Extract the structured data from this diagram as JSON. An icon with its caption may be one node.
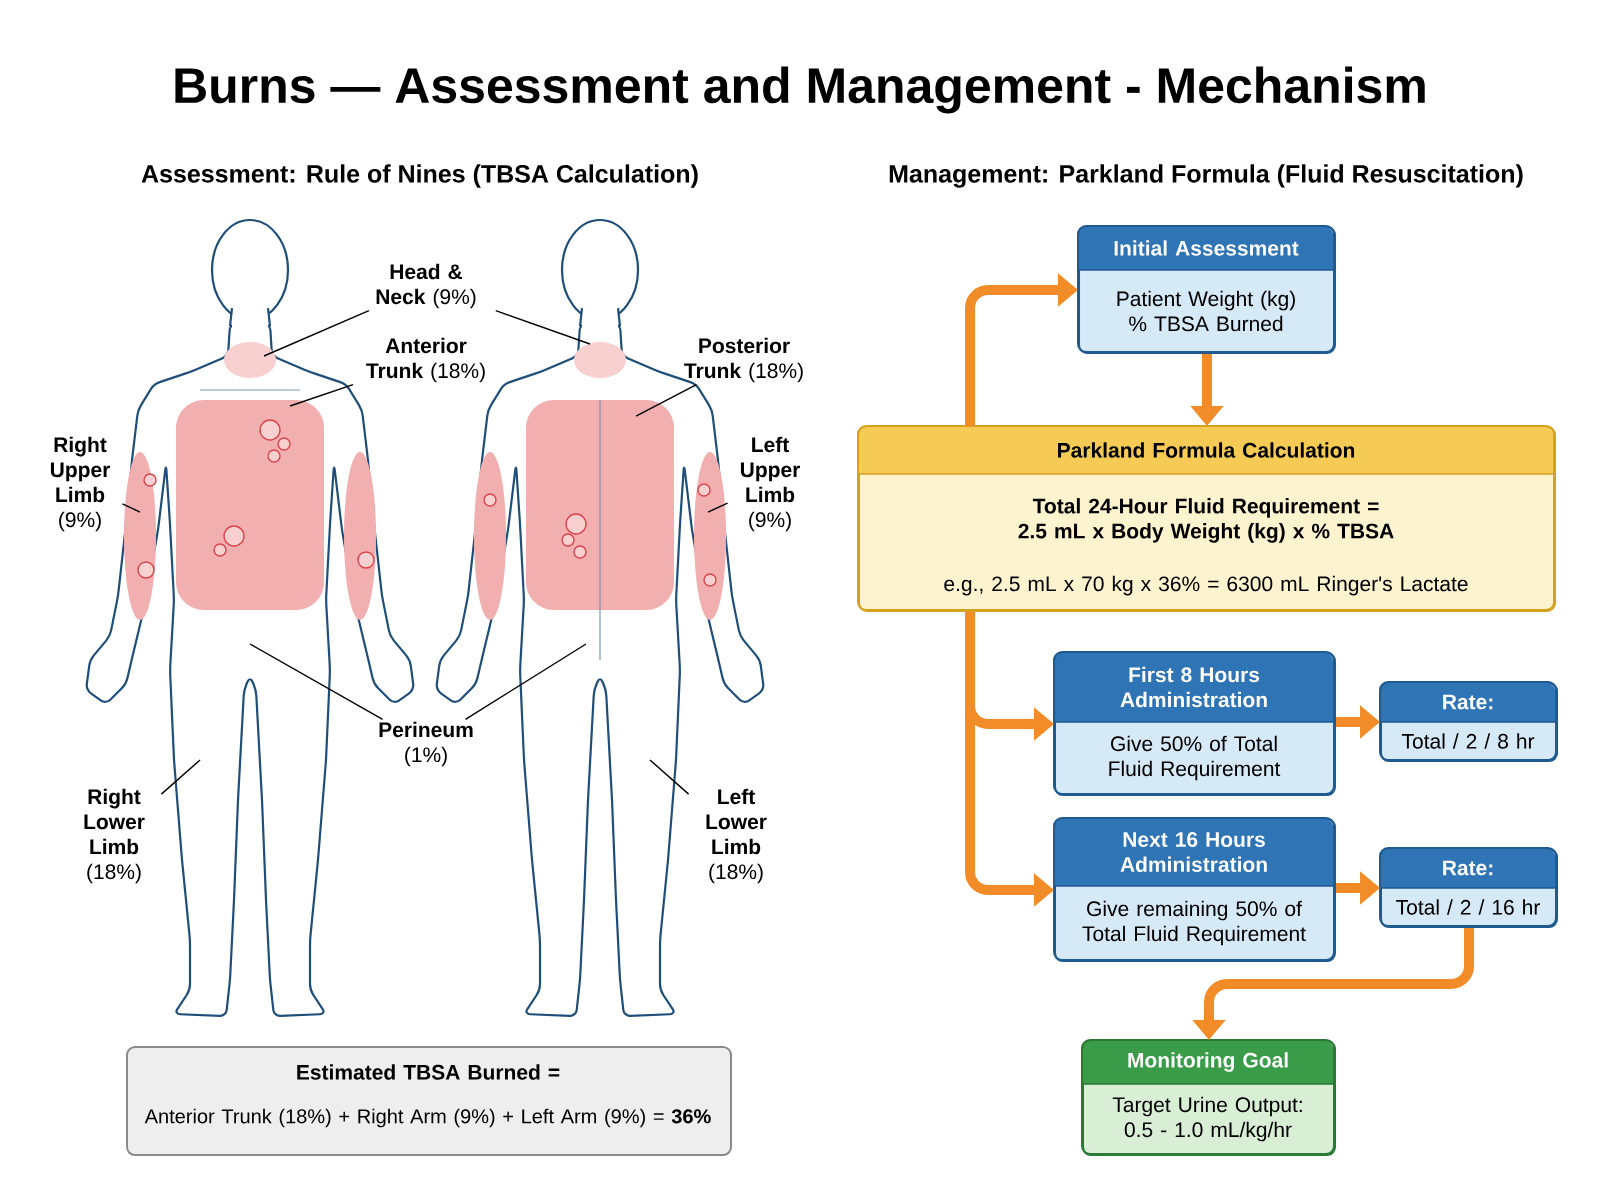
{
  "diagram": {
    "title": "Burns — Assessment and Management - Mechanism",
    "nodes": [
      {
        "text": [
          "**Head & Neck** (9%)"
        ]
      },
      {
        "text": [
          "**Anterior Trunk** (18%)"
        ]
      },
      {
        "text": [
          "**Posterior Trunk** (18%)"
        ]
      },
      {
        "text": [
          "**Right Upper Limb** (9%)"
        ]
      },
      {
        "text": [
          "**Left Upper Limb** (9%)"
        ]
      },
      {
        "text": [
          "**Perineum** (1%)"
        ]
      },
      {
        "text": [
          "**Right Lower Limb** (18%)"
        ]
      },
      {
        "text": [
          "**Left Lower Limb** (18%)"
        ]
      },
      {
        "text": [
          "Estimated TBSA Burned =",
          "Anterior Trunk (18%) + Right Arm (9%) + Left Arm (9%) = **36%**"
        ]
      },
      {
        "text": [
          "Initial Assessment",
          "Patient Weight (kg) % TBSA Burned"
        ]
      },
      {
        "text": [
          "Parkland Formula Calculation",
          "Total 24-Hour Fluid Requirement = 2.5 mL x Body Weight (kg) x % TBSA",
          "e.g., 2.5 mL x 70 kg x 36% = 6300 mL Ringer's Lactate"
        ]
      },
      {
        "text": [
          "First 8 Hours Administration",
          "Give 50% of Total Fluid Requirement"
        ]
      },
      {
        "text": [
          "Rate:",
          "Total / 2 / 8 hr"
        ]
      },
      {
        "text": [
          "Next 16 Hours Administration",
          "Give remaining 50% of Total Fluid Requirement"
        ]
      },
      {
        "text": [
          "Rate:",
          "Total / 2 / 16 hr"
        ]
      },
      {
        "text": [
          "Monitoring Goal",
          "Target Urine Output: 0.5 - 1.0 mL/kg/hr"
        ]
      }
    ],
    "edges": [
      {
        "from": 0,
        "to": null,
        "arrow": "none"
      },
      {
        "from": 0,
        "to": null,
        "arrow": "none"
      },
      {
        "from": 1,
        "to": null,
        "arrow": "none"
      },
      {
        "from": 2,
        "to": null,
        "arrow": "none"
      },
      {
        "from": 3,
        "to": null,
        "arrow": "none"
      },
      {
        "from": 4,
        "to": null,
        "arrow": "none"
      },
      {
        "from": 5,
        "to": null,
        "arrow": "none"
      },
      {
        "from": 5,
        "to": null,
        "arrow": "none"
      },
      {
        "from": 6,
        "to": null,
        "arrow": "none"
      },
      {
        "from": 7,
        "to": null,
        "arrow": "none"
      },
      {
        "from": 10,
        "to": 9,
        "arrow": "to",
        "style": "thick",
        "color": "#f28c28"
      },
      {
        "from": 9,
        "to": 10,
        "arrow": "to",
        "style": "thick",
        "color": "#f28c28"
      },
      {
        "from": 10,
        "to": 11,
        "arrow": "to",
        "style": "thick",
        "color": "#f28c28"
      },
      {
        "from": 10,
        "to": 13,
        "arrow": "to",
        "style": "thick",
        "color": "#f28c28"
      },
      {
        "from": 11,
        "to": 12,
        "arrow": "to",
        "style": "thick",
        "color": "#f28c28"
      },
      {
        "from": 13,
        "to": 14,
        "arrow": "to",
        "style": "thick",
        "color": "#f28c28"
      },
      {
        "from": 14,
        "to": 15,
        "arrow": "to",
        "style": "thick",
        "color": "#f28c28"
      }
    ],
    "labels": [
      "Assessment: Rule of Nines (TBSA Calculation)",
      "Management: Parkland Formula (Fluid Resuscitation)"
    ]
  }
}
